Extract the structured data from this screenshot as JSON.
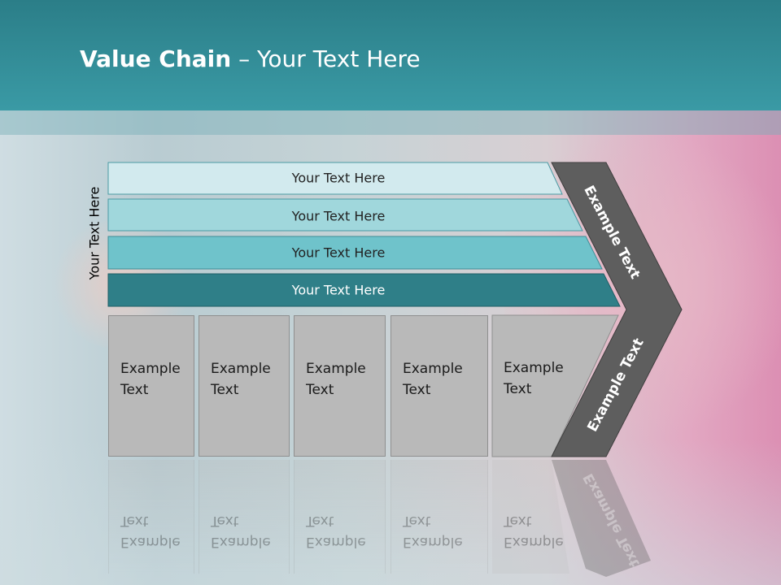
{
  "title": {
    "bold": "Value Chain",
    "rest": " – Your Text Here"
  },
  "side_label": "Your Text Here",
  "bars": [
    {
      "label": "Your Text Here",
      "color": "#d2eaee"
    },
    {
      "label": "Your Text Here",
      "color": "#a0d7dc"
    },
    {
      "label": "Your Text Here",
      "color": "#6fc3cb"
    },
    {
      "label": "Your Text Here",
      "color": "#2f7f88"
    }
  ],
  "columns": [
    {
      "line1": "Example",
      "line2": "Text"
    },
    {
      "line1": "Example",
      "line2": "Text"
    },
    {
      "line1": "Example",
      "line2": "Text"
    },
    {
      "line1": "Example",
      "line2": "Text"
    },
    {
      "line1": "Example",
      "line2": "Text"
    }
  ],
  "chevron": {
    "top_label": "Example Text",
    "bottom_label": "Example Text",
    "color": "#5e5e5e"
  },
  "colors": {
    "header": "#2b7e88",
    "column": "#b9b9b9"
  }
}
